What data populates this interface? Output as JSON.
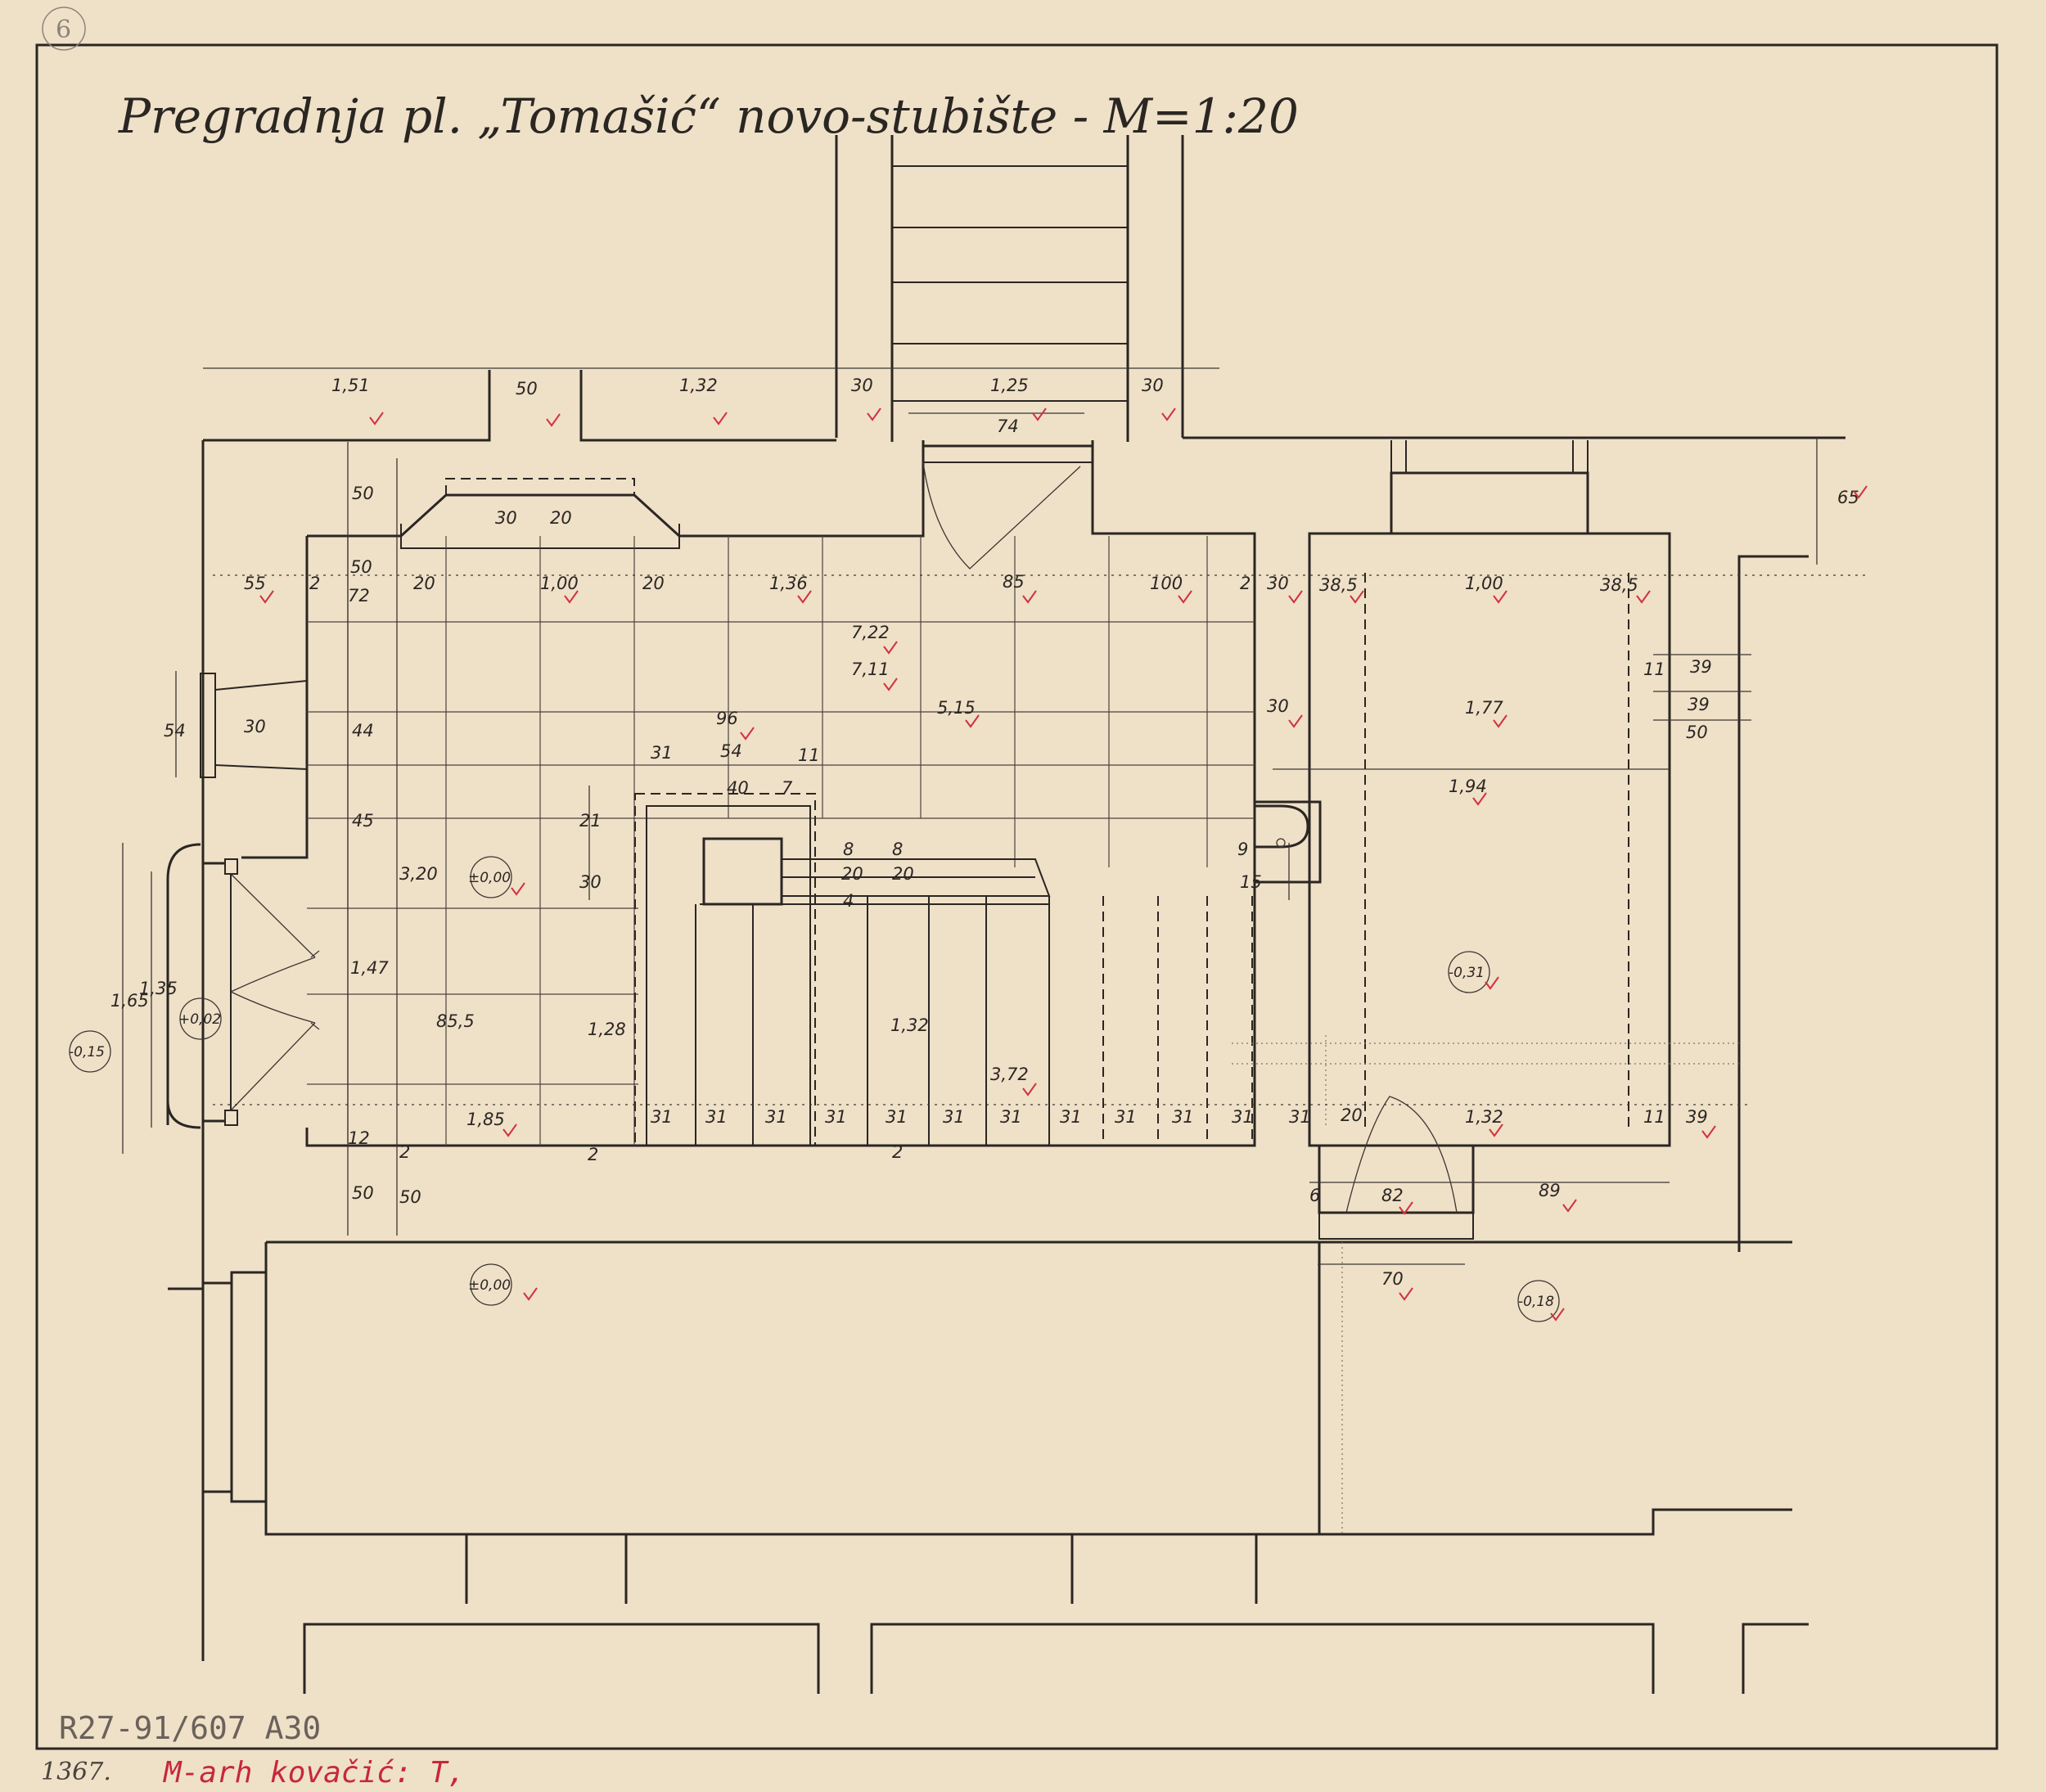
{
  "title": "Pregradnja pl. „Tomašić“ novo-stubište - M=1:20",
  "sheet_number": "6",
  "archive_code": "R27-91/607 A30",
  "archive_number": "1367.",
  "archive_note": "M-arh kovačić: T,",
  "dimensions": {
    "top_151": "1,51",
    "top_50": "50",
    "top_132": "1,32",
    "top_30a": "30",
    "top_125": "1,25",
    "top_30b": "30",
    "top_74": "74",
    "right_65": "65",
    "r55": "55",
    "r2a": "2",
    "r72": "72",
    "r50a": "50",
    "r20a": "20",
    "r100a": "1,00",
    "r20b": "20",
    "r136": "1,36",
    "r85": "85",
    "r100b": "100",
    "r2b": "2",
    "r30a": "30",
    "r385a": "38,5",
    "r100c": "1,00",
    "r385b": "38,5",
    "v50top": "50",
    "v30": "30",
    "v20": "20",
    "c722": "7,22",
    "c711": "7,11",
    "c515": "5,15",
    "c96": "96",
    "c31": "31",
    "c54": "54",
    "c11a": "11",
    "c40": "40",
    "c7": "7",
    "c21": "21",
    "c30v": "30",
    "c8a": "8",
    "c20c": "20",
    "c8b": "8",
    "c20d": "20",
    "c4": "4",
    "l54": "54",
    "l30": "30",
    "l44": "44",
    "l45": "45",
    "l320": "3,20",
    "l147": "1,47",
    "l855": "85,5",
    "l128": "1,28",
    "l132v": "1,32",
    "l165": "1,65",
    "l135": "1,35",
    "l185": "1,85",
    "l12a": "12",
    "l2c": "2",
    "l2d": "2",
    "l50b": "50",
    "l50c": "50",
    "l2e": "2",
    "s372": "3,72",
    "s31": [
      "31",
      "31",
      "31",
      "31",
      "31",
      "31",
      "31",
      "31",
      "31",
      "31",
      "31",
      "31"
    ],
    "rr30": "30",
    "rr177": "1,77",
    "rr194": "1,94",
    "rr11a": "11",
    "rr39a": "39",
    "rr39b": "39",
    "rr50": "50",
    "rr9": "9",
    "rr15": "15",
    "rr20": "20",
    "rr132": "1,32",
    "rr11b": "11",
    "rr39c": "39",
    "d6": "6",
    "d82": "82",
    "d89": "89",
    "d70": "70"
  },
  "levels": {
    "main": "±0,00",
    "door": "+0,02",
    "outside": "-0,15",
    "right_room": "-0,31",
    "bottom": "±0,00",
    "bottom_right": "-0,18"
  },
  "colors": {
    "paper": "#efe0c8",
    "ink": "#2a2622",
    "red_check": "#d2323f",
    "archive_red": "#c6283a"
  }
}
